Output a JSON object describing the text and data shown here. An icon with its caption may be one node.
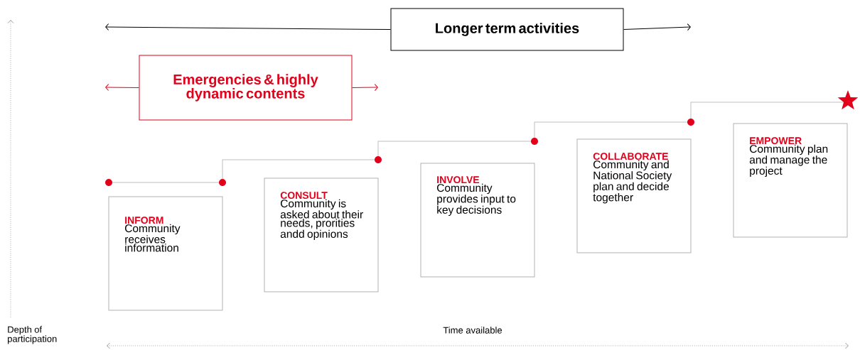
{
  "diagram": {
    "nodes": [
      {
        "text": [
          "Longer term activities"
        ]
      },
      {
        "text": [
          "Emergencies & highly dynamic contents"
        ]
      },
      {
        "text": [
          "INFORM",
          "Community receives information"
        ]
      },
      {
        "text": [
          "CONSULT",
          "Community is asked about their needs, prorities andd opinions"
        ]
      },
      {
        "text": [
          "INVOLVE",
          "Community provides input to key decisions"
        ]
      },
      {
        "text": [
          "COLLABORATE",
          "Community and National Society plan and decide together"
        ]
      },
      {
        "text": [
          "EMPOWER",
          "Community plan and manage the project"
        ]
      }
    ],
    "edges": [
      {
        "from": 0,
        "to": null,
        "arrow": "to"
      },
      {
        "from": 0,
        "to": null,
        "arrow": "to"
      },
      {
        "from": 1,
        "to": null,
        "arrow": "to",
        "color": "#e2001a"
      },
      {
        "from": 1,
        "to": null,
        "arrow": "to",
        "color": "#e2001a"
      }
    ],
    "labels": [
      "Depth of participation",
      "Time available"
    ]
  }
}
